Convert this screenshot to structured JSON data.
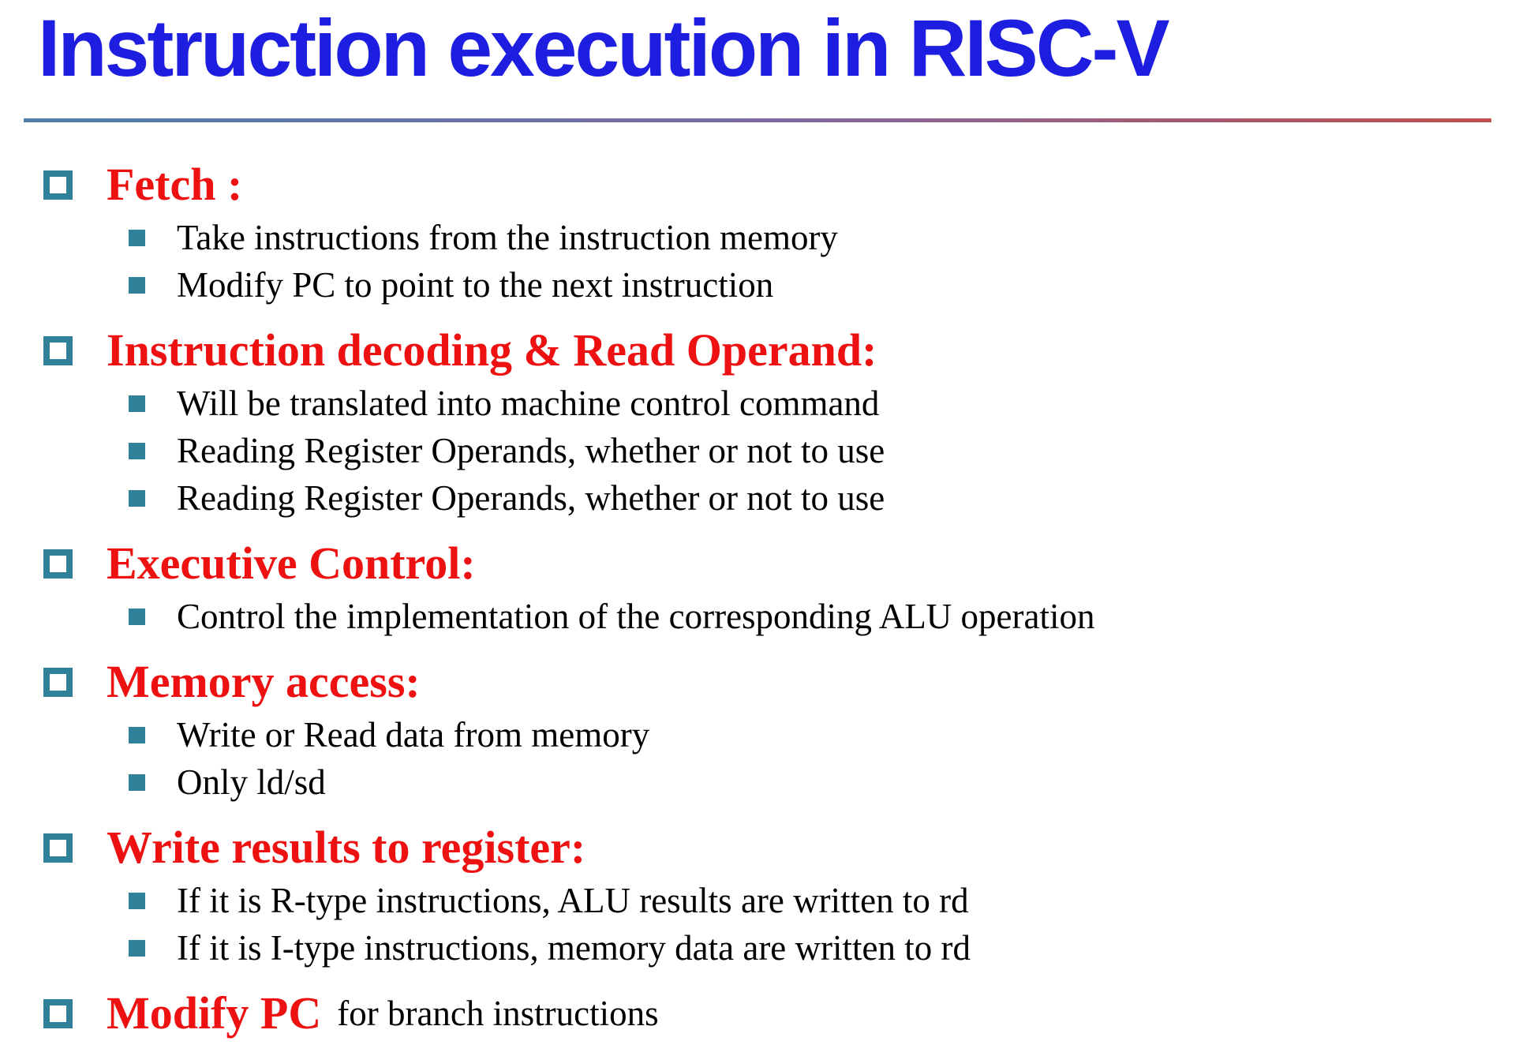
{
  "slide": {
    "title": "Instruction execution in RISC-V",
    "colors": {
      "title": "#1e1ee0",
      "heading": "#ee1111",
      "bullet": "#31809a",
      "body": "#000000",
      "rule_left": "#4d7fa9",
      "rule_mid": "#7a6aa8",
      "rule_right": "#c0504d"
    },
    "sections": [
      {
        "heading": "Fetch :",
        "items": [
          "Take instructions from the instruction memory",
          "Modify PC to point to the next instruction"
        ]
      },
      {
        "heading": "Instruction decoding & Read Operand:",
        "items": [
          "Will be translated into machine control command",
          "Reading Register Operands, whether or not to use",
          "Reading Register Operands, whether or not to use"
        ]
      },
      {
        "heading": "Executive Control:",
        "items": [
          "Control the implementation of the corresponding ALU operation"
        ]
      },
      {
        "heading": "Memory access:",
        "items": [
          "Write or Read data from memory",
          "Only ld/sd"
        ]
      },
      {
        "heading": "Write results to register:",
        "items": [
          "If it is R-type instructions, ALU results are written to rd",
          "If it is I-type instructions, memory data are written to rd"
        ]
      },
      {
        "heading": "Modify PC",
        "heading_suffix": "for branch instructions",
        "items": []
      }
    ]
  }
}
